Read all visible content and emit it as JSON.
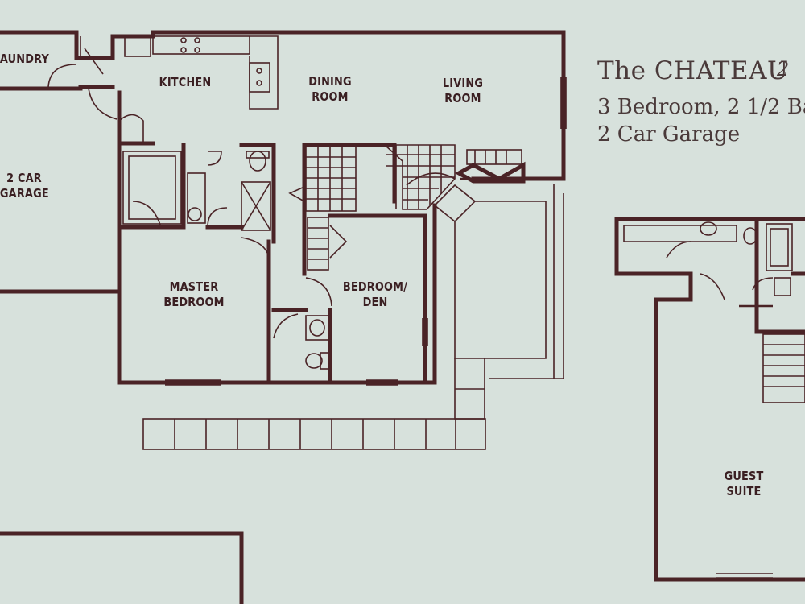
{
  "title": {
    "name": "The CHATEAU",
    "mark": "2",
    "line2": "3 Bedroom, 2 1/2 Ba",
    "line3": "2 Car Garage"
  },
  "rooms": {
    "laundry": "AUNDRY",
    "kitchen": "KITCHEN",
    "dining_1": "DINING",
    "dining_2": "ROOM",
    "living_1": "LIVING",
    "living_2": "ROOM",
    "garage_1": "2 CAR",
    "garage_2": "GARAGE",
    "master_1": "MASTER",
    "master_2": "BEDROOM",
    "bedroom_1": "BEDROOM/",
    "bedroom_2": "DEN",
    "guest_1": "GUEST",
    "guest_2": "SUITE"
  },
  "colors": {
    "paper": "#d7e1dc",
    "line": "#4a2326",
    "text": "#3a1f22"
  }
}
